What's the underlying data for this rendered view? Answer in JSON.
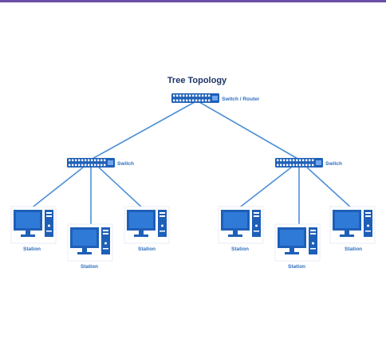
{
  "title": "Tree Topology",
  "root_device": {
    "label": "Switch / Router",
    "icon": "switch-router-icon"
  },
  "branches": [
    {
      "switch_label": "Switch",
      "stations": [
        "Station",
        "Station",
        "Station"
      ]
    },
    {
      "switch_label": "Switch",
      "stations": [
        "Station",
        "Station",
        "Station"
      ]
    }
  ],
  "colors": {
    "accent_bar": "#6b4fa6",
    "link": "#4d8fd6",
    "device": "#1e5fb8",
    "screen": "#2a6fcc",
    "label": "#2f6fbf",
    "title": "#1f3566"
  }
}
